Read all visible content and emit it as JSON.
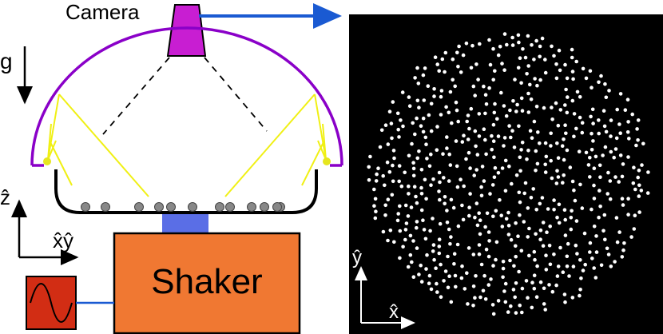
{
  "labels": {
    "camera": "Camera",
    "gravity": "g",
    "z_axis": "ẑ",
    "xy_axis": "x̂ŷ",
    "shaker": "Shaker",
    "image_y_axis": "ŷ",
    "image_x_axis": "x̂"
  },
  "colors": {
    "dome": "#8a00c8",
    "camera_body": "#c81ed2",
    "camera_link": "#1a5ad2",
    "light_rays": "#f0f014",
    "light_source": "#e6e61e",
    "shaker_body": "#f07832",
    "shaker_mount": "#5a6ee6",
    "signal_generator": "#d22d14",
    "particles_setup": "#888888",
    "image_background": "#000000",
    "image_particles": "#ffffff"
  },
  "icons": {
    "gravity": "down-arrow-icon",
    "signal": "sine-wave-icon",
    "output": "right-arrow-icon"
  },
  "setup_particle_count": 12,
  "image_particle_count": 650
}
